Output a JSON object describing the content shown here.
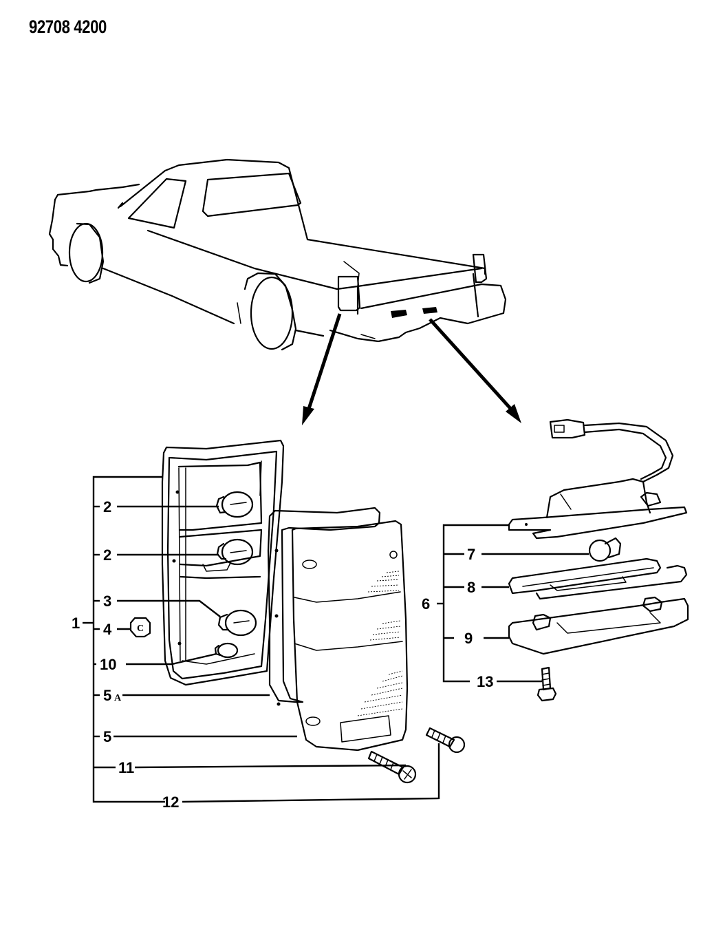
{
  "diagram": {
    "reference_number": "92708 4200",
    "views": {
      "vehicle": "pickup-truck-rear-three-quarter",
      "left_detail": "rear-combination-lamp",
      "right_detail": "license-plate-lamp"
    },
    "callouts": {
      "c1": "1",
      "c2a": "2",
      "c2b": "2",
      "c3": "3",
      "c4": "4",
      "c10": "10",
      "c5a": "5",
      "c5a_suffix": "A",
      "c5": "5",
      "c11": "11",
      "c12": "12",
      "c6": "6",
      "c7": "7",
      "c8": "8",
      "c9": "9",
      "c13": "13"
    },
    "socket_label": "C"
  }
}
